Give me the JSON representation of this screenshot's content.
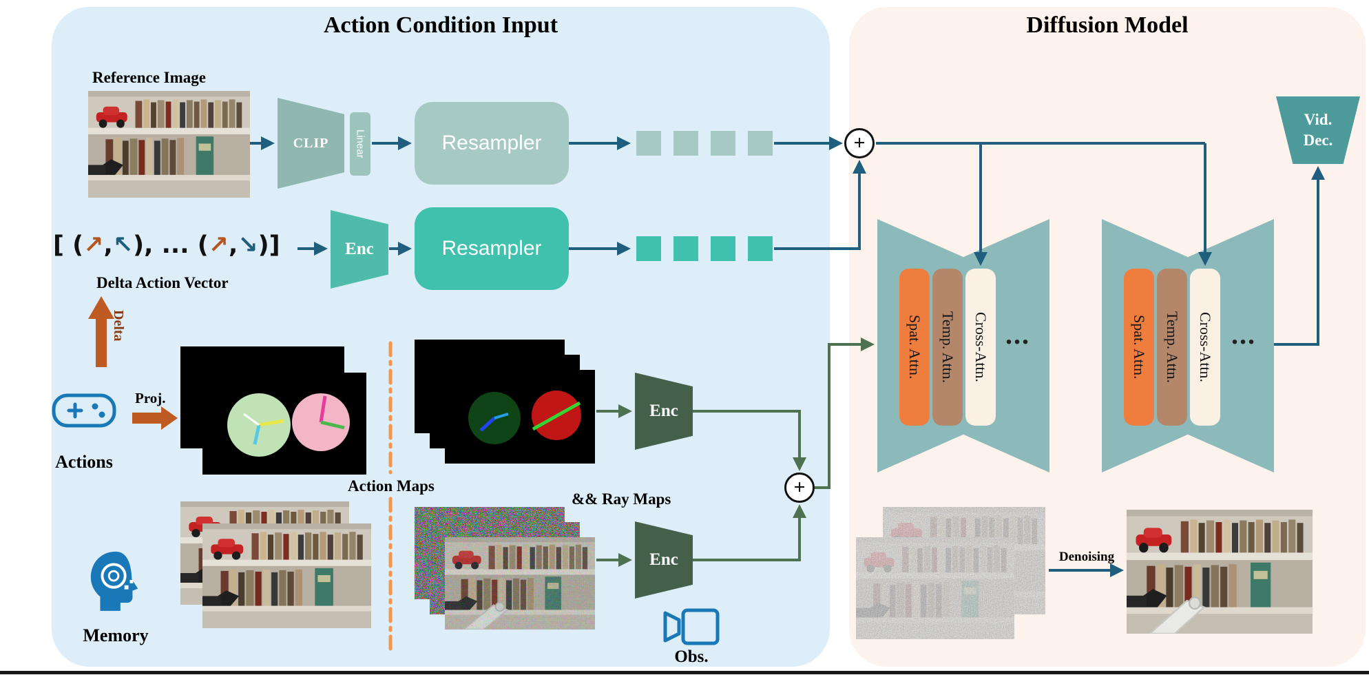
{
  "colors": {
    "panel_left_bg": "#ddeef8",
    "panel_right_bg": "#fdf3ec",
    "arrow_blue": "#1f5f7d",
    "arrow_green": "#4e7152",
    "accent_orange": "#bf5a22",
    "divider_orange": "#f5954f",
    "teal_bright": "#3fc1ae",
    "teal_muted": "#a7c9c3",
    "unet_fill": "#8cb9b9",
    "spat_attn_fill": "#ef7d3d",
    "temp_attn_fill": "#b4876a",
    "cross_attn_fill": "#faf0e4",
    "vid_dec_fill": "#4e9b9b",
    "enc_dark_fill": "#44604b",
    "icon_blue": "#1878b8"
  },
  "symbols": {
    "plus": "+",
    "ellipsis": "..."
  },
  "left_panel": {
    "title": "Action Condition Input",
    "reference_label": "Reference Image",
    "clip_label": "CLIP",
    "linear_label": "Linear",
    "image_resampler_label": "Resampler",
    "action_resampler_label": "Resampler",
    "delta_encoder_label": "Enc",
    "delta_expr": {
      "open": "[ (",
      "arrow1": "↗",
      "comma1": ",",
      "arrow2": "↖",
      "mid": "), ... (",
      "arrow3": "↗",
      "comma2": ",",
      "arrow4": "↘",
      "close": ")]"
    },
    "delta_vector_label": "Delta Action Vector",
    "delta_arrow_label": "Delta",
    "proj_label": "Proj.",
    "actions_label": "Actions",
    "action_maps_label": "Action Maps",
    "ray_maps_label": "&& Ray Maps",
    "map_encoder_label": "Enc",
    "ray_encoder_label": "Enc",
    "memory_label": "Memory",
    "obs_label": "Obs."
  },
  "right_panel": {
    "title": "Diffusion Model",
    "unet1_blocks": [
      "Spat. Attn.",
      "Temp. Attn.",
      "Cross-Attn."
    ],
    "unet2_blocks": [
      "Spat. Attn.",
      "Temp. Attn.",
      "Cross-Attn."
    ],
    "vid_dec_line1": "Vid.",
    "vid_dec_line2": "Dec.",
    "denoising_label": "Denoising"
  }
}
